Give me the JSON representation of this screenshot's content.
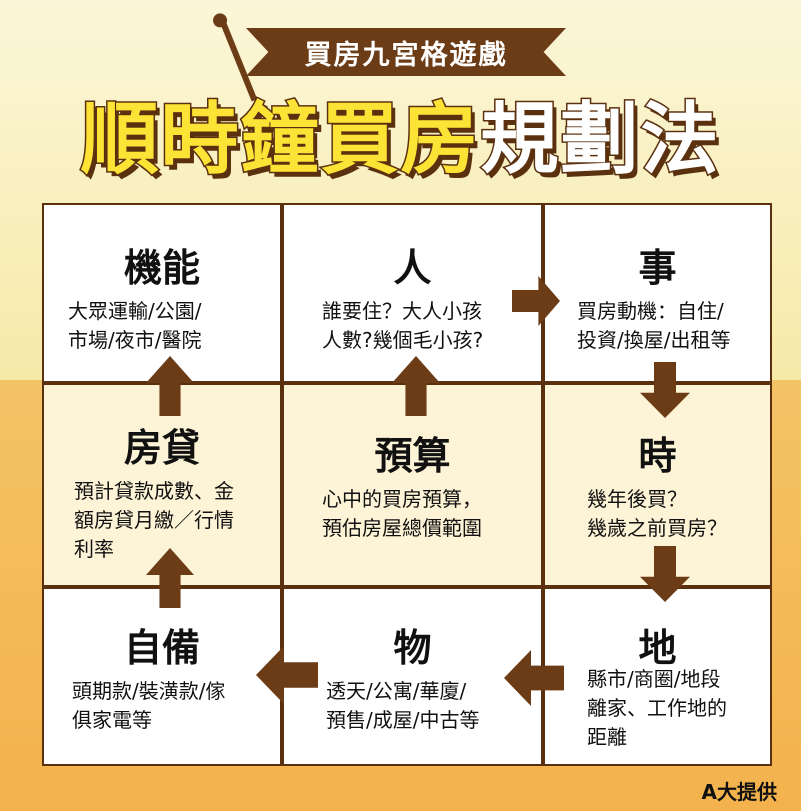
{
  "header": {
    "ribbon_text": "買房九宮格遊戲",
    "title_yellow": "順時鐘買房",
    "title_white": "規劃法"
  },
  "grid": {
    "function": {
      "title": "機能",
      "line1": "大眾運輸/公園/",
      "line2": "市場/夜市/醫院"
    },
    "person": {
      "title": "人",
      "line1": "誰要住？大人小孩",
      "line2": "人數?幾個毛小孩?"
    },
    "matter": {
      "title": "事",
      "line1": "買房動機：自住/",
      "line2": "投資/換屋/出租等"
    },
    "loan": {
      "title": "房貸",
      "line1": "預計貸款成數、金",
      "line2": "額房貸月繳／行情",
      "line3": "利率"
    },
    "budget": {
      "title": "預算",
      "line1": "心中的買房預算，",
      "line2": "預估房屋總價範圍"
    },
    "time": {
      "title": "時",
      "line1": "幾年後買？",
      "line2": "幾歲之前買房？"
    },
    "self_prep": {
      "title": "自備",
      "line1": "頭期款/裝潢款/傢",
      "line2": "俱家電等"
    },
    "item": {
      "title": "物",
      "line1": "透天/公寓/華廈/",
      "line2": "預售/成屋/中古等"
    },
    "land": {
      "title": "地",
      "line1": "縣市/商圈/地段",
      "line2": "離家、工作地的",
      "line3": "距離"
    }
  },
  "footer": {
    "credit": "A大提供"
  },
  "colors": {
    "brown": "#6b3c16",
    "title_yellow": "#fde335",
    "cell_white": "#ffffff",
    "cell_tint": "#fdf3d6"
  }
}
